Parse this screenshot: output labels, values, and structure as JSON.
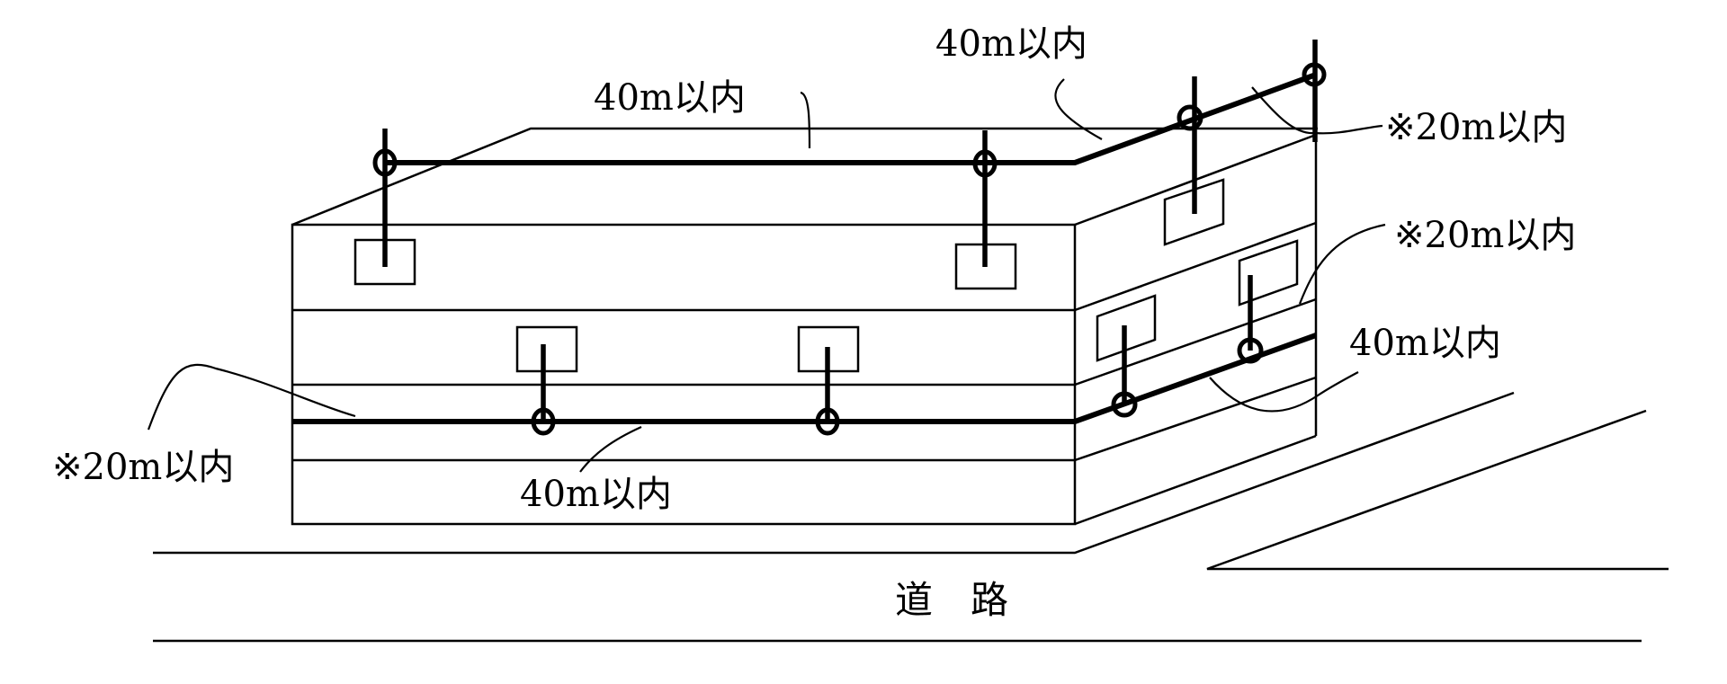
{
  "diagram": {
    "subject": "building-wiring-spacing",
    "labels": {
      "top_front_span": "40m以内",
      "top_corner_span": "40m以内",
      "top_right_drop": "※20m以内",
      "right_mid_drop": "※20m以内",
      "right_lower_span": "40m以内",
      "left_drop": "※20m以内",
      "front_lower_span": "40m以内",
      "road": "道　路"
    },
    "colors": {
      "line": "#000000",
      "background": "#ffffff"
    }
  }
}
